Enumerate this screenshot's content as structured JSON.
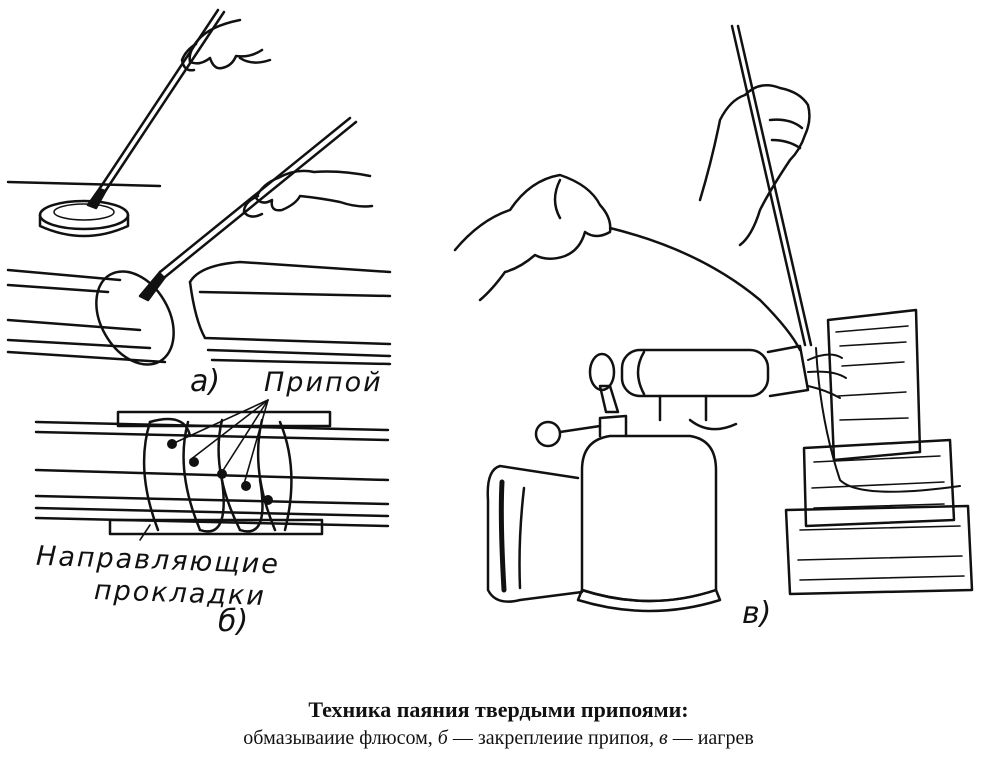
{
  "labels": {
    "panel_a": "а)",
    "panel_b": "б)",
    "panel_v": "в)",
    "solder": "Припой",
    "guides_line1": "Направляющие",
    "guides_line2": "прокладки"
  },
  "caption": {
    "title": "Техника паяния твердыми припоями:",
    "sub_start": "обмазываиие флюсом, ",
    "b_letter": "б",
    "sub_mid": " — закреплеиие припоя, ",
    "v_letter": "в",
    "sub_end": " — иагрев"
  }
}
